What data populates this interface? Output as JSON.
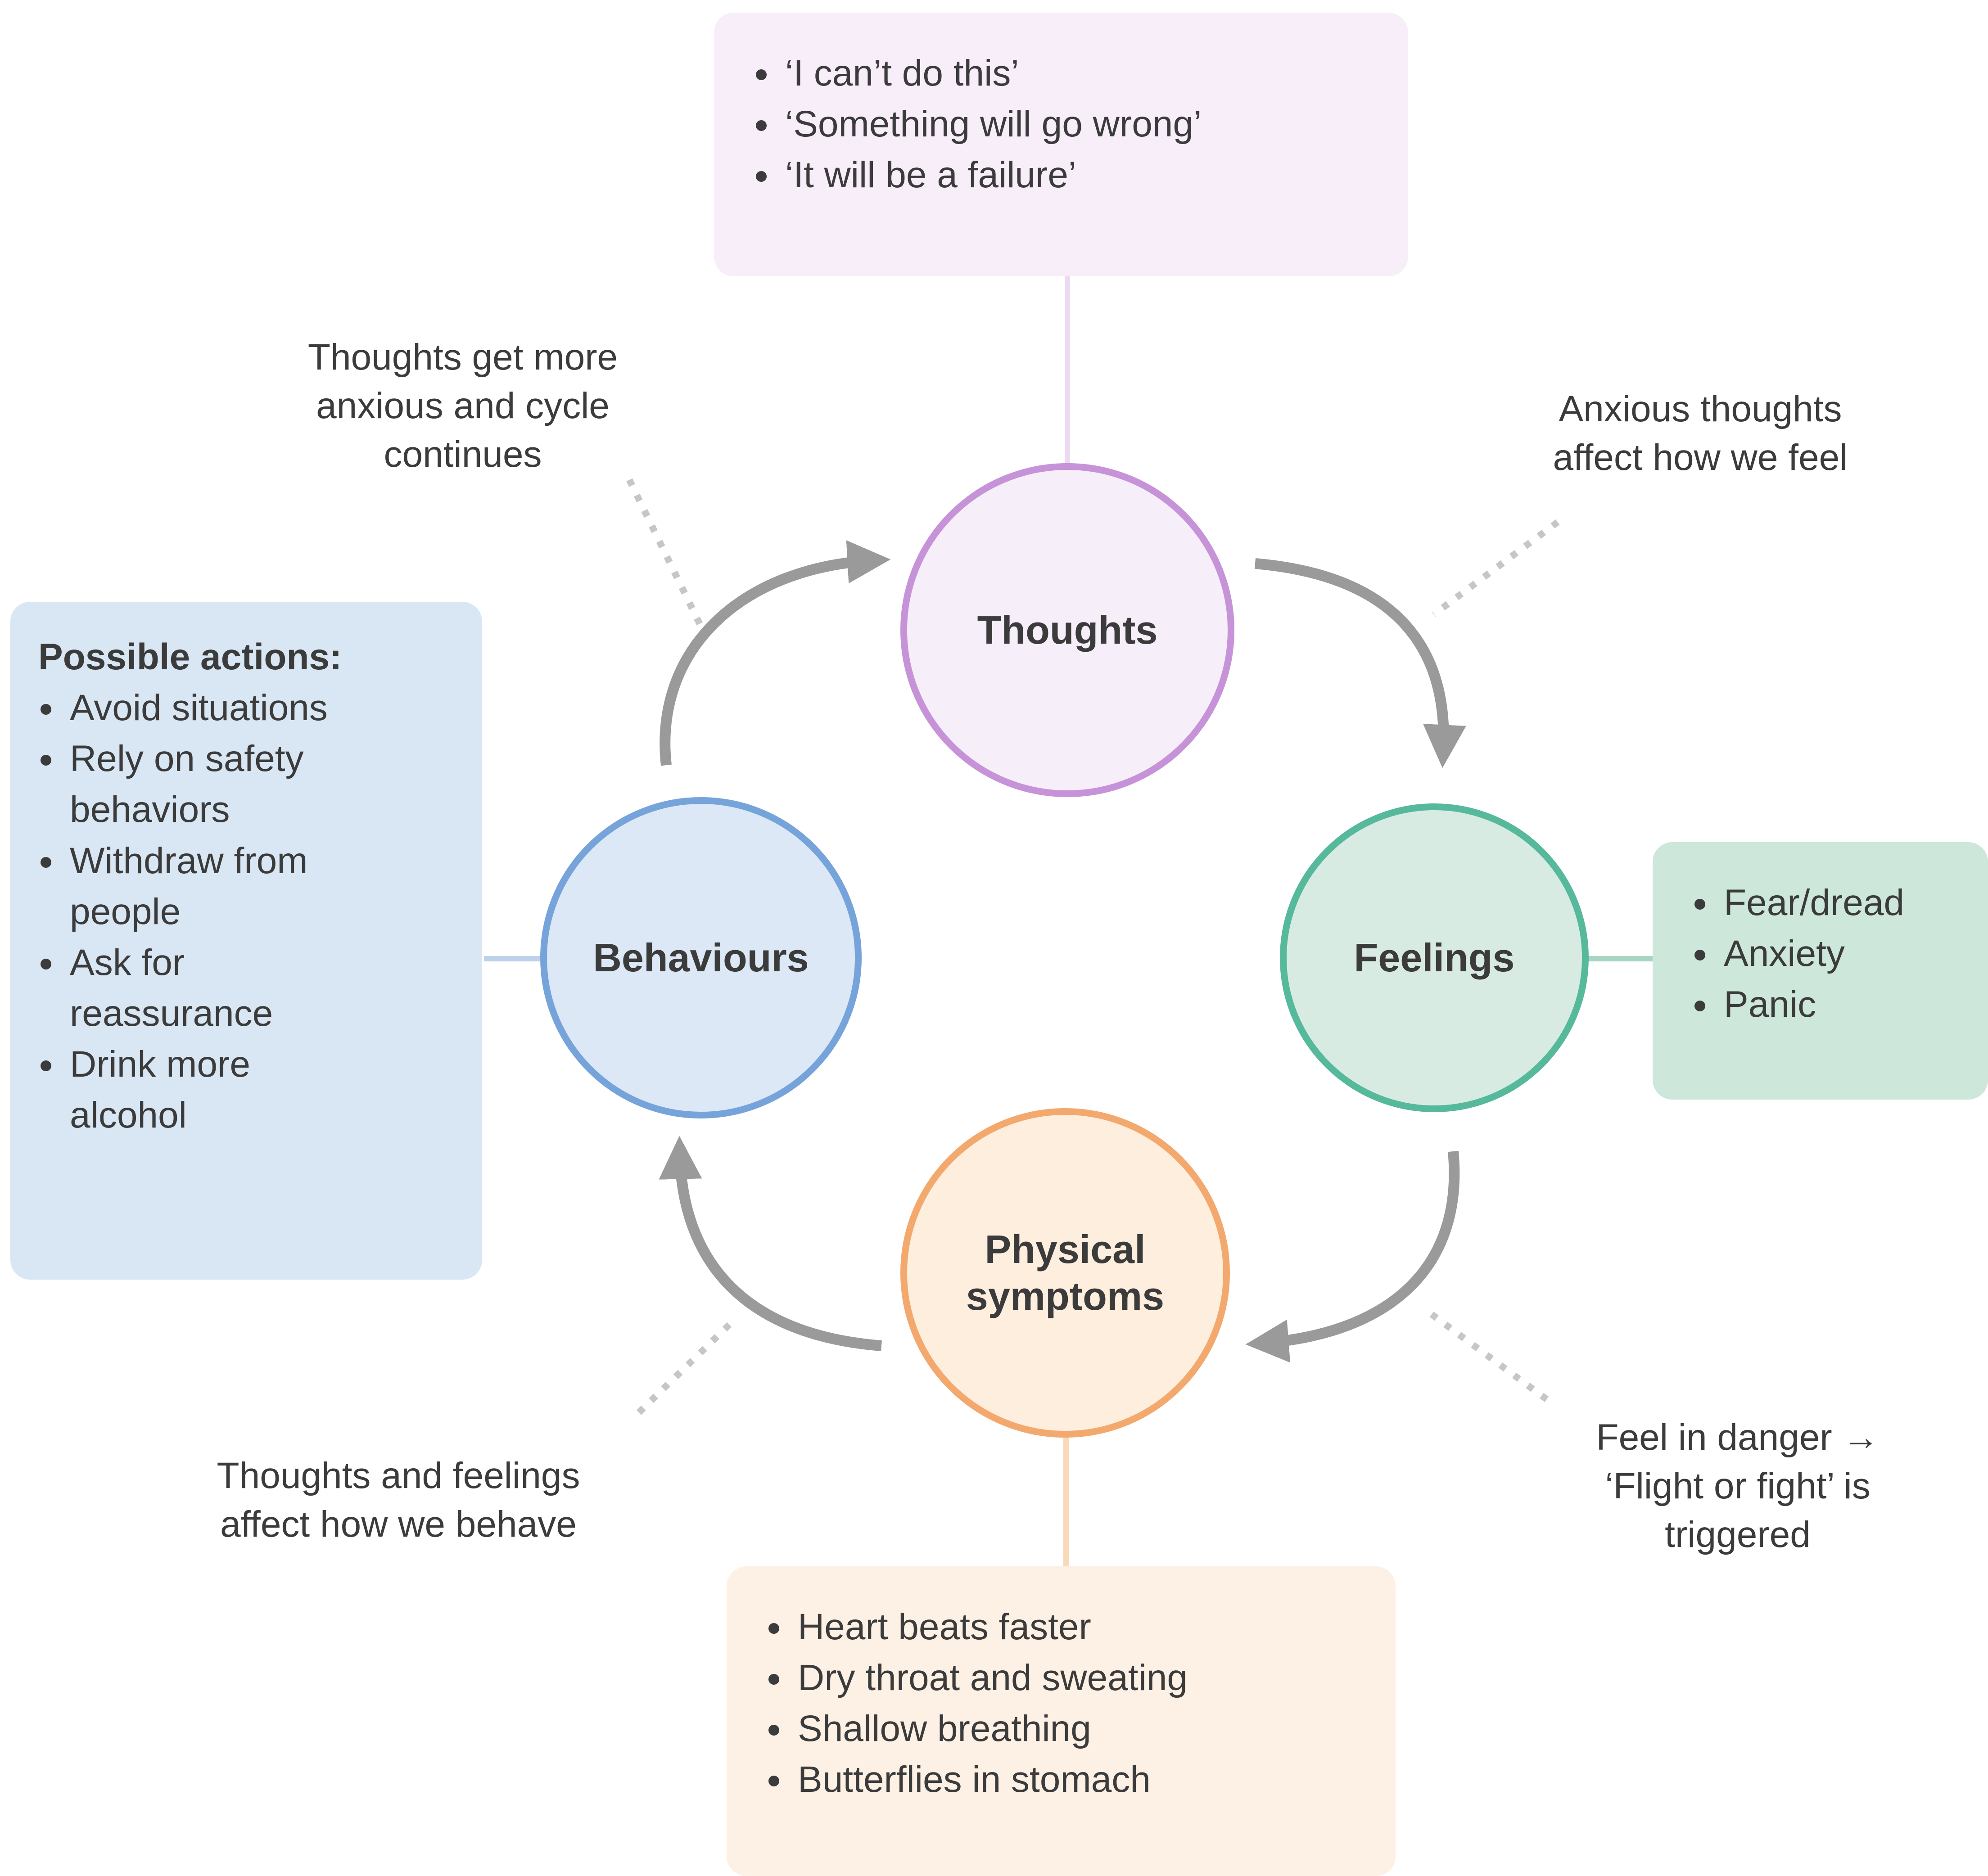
{
  "nodes": {
    "thoughts": "Thoughts",
    "feelings": "Feelings",
    "physical": "Physical symptoms",
    "behaviours": "Behaviours"
  },
  "thoughts_box": {
    "items": [
      "‘I can’t do this’",
      "‘Something will go wrong’",
      "‘It will be a failure’"
    ]
  },
  "feelings_box": {
    "items": [
      "Fear/dread",
      "Anxiety",
      "Panic"
    ]
  },
  "physical_box": {
    "items": [
      "Heart beats faster",
      "Dry throat and sweating",
      "Shallow breathing",
      "Butterflies in stomach"
    ]
  },
  "behaviours_box": {
    "title": "Possible actions:",
    "items": [
      "Avoid situations",
      "Rely on safety behaviors",
      "Withdraw from people",
      "Ask for reassurance",
      "Drink more alcohol"
    ]
  },
  "annotations": {
    "cycle_continues": "Thoughts get more anxious and cycle continues",
    "affect_feel": "Anxious thoughts affect how we feel",
    "danger": "Feel in danger → ‘Flight or fight’ is triggered",
    "affect_behave": "Thoughts and feelings affect how we behave"
  },
  "colors": {
    "text": "#3b3b3b",
    "arrow": "#9a9a9a",
    "dotted_line": "#c6c6c6",
    "thoughts_fill": "#f6eef9",
    "thoughts_border": "#c793d8",
    "thoughts_box": "#f7eefa",
    "thoughts_connector": "#ecd9f2",
    "feelings_fill": "#d8ebe2",
    "feelings_border": "#56b99c",
    "feelings_box": "#cde7da",
    "feelings_connector": "#a9d6c3",
    "physical_fill": "#fdeede",
    "physical_border": "#f3a96e",
    "physical_box": "#fdf0e5",
    "physical_connector": "#f9d9ba",
    "behaviours_fill": "#dce8f5",
    "behaviours_border": "#76a4da",
    "behaviours_box": "#d9e6f3",
    "behaviours_connector": "#bdd2ea"
  }
}
